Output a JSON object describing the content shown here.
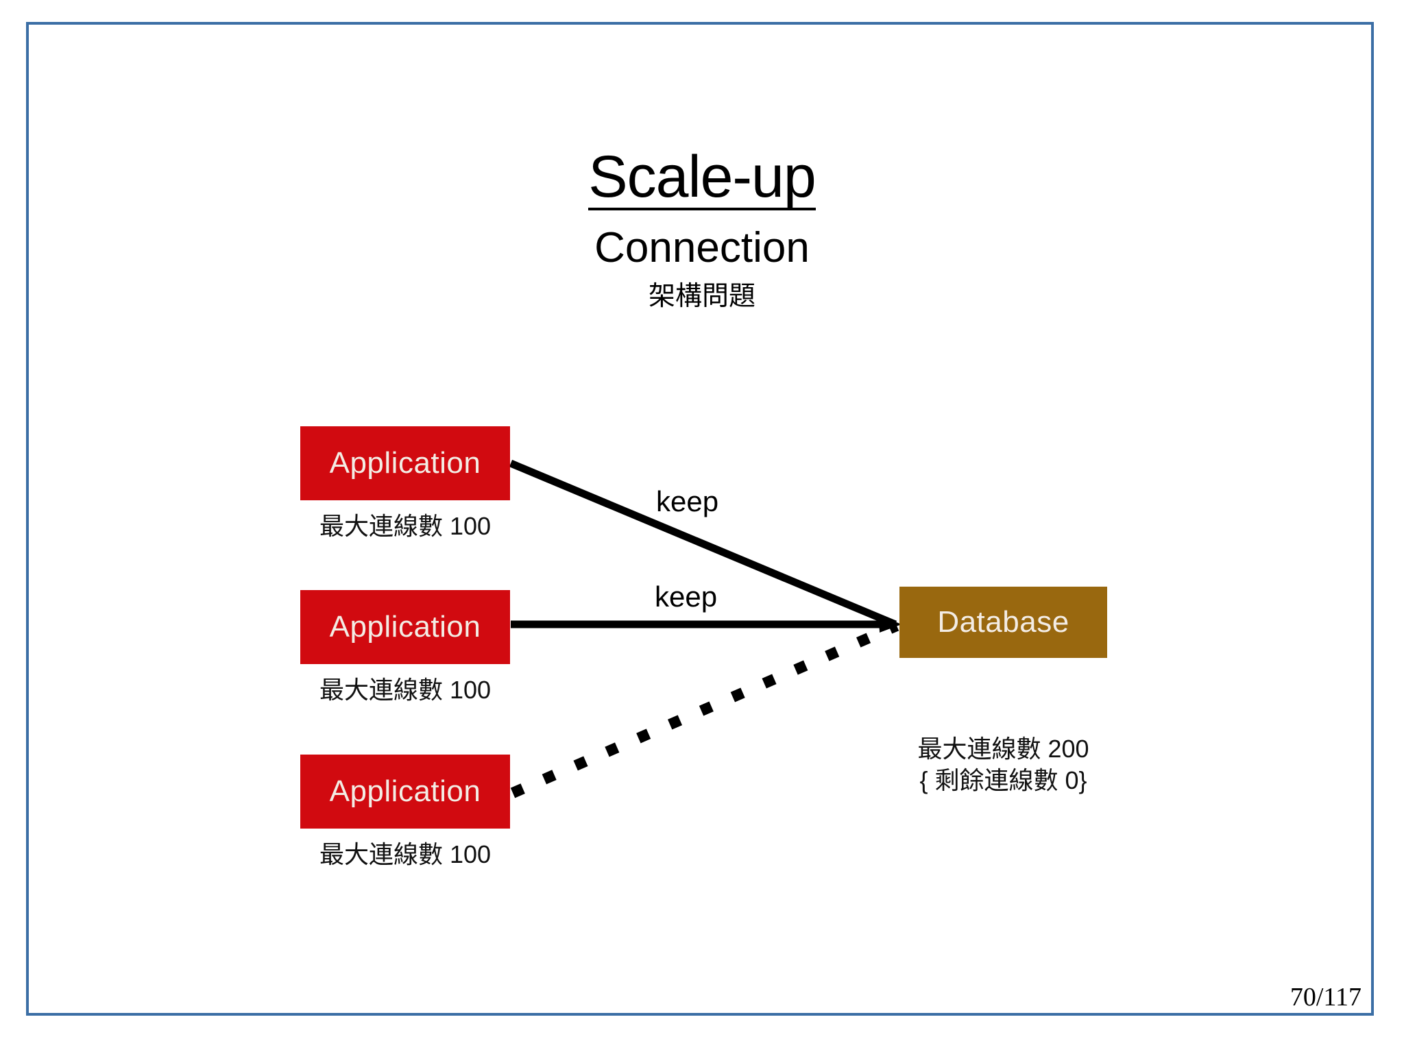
{
  "slide": {
    "title": "Scale-up",
    "subtitle_en": "Connection",
    "subtitle_zh": "架構問題",
    "page_number": "70/117",
    "frame_color": "#3B6EA5",
    "background": "#ffffff"
  },
  "diagram": {
    "type": "architecture",
    "app_color": "#D10A10",
    "db_color": "#99680F",
    "node_text_color": "#f3ece4",
    "connector_color": "#000000",
    "nodes": [
      {
        "id": "app-1",
        "label": "Application",
        "caption": "最大連線數 100",
        "kind": "application"
      },
      {
        "id": "app-2",
        "label": "Application",
        "caption": "最大連線數 100",
        "kind": "application"
      },
      {
        "id": "app-3",
        "label": "Application",
        "caption": "最大連線數 100",
        "kind": "application"
      },
      {
        "id": "db",
        "label": "Database",
        "caption": "最大連線數 200\n{ 剩餘連線數 0}",
        "kind": "database"
      }
    ],
    "edges": [
      {
        "id": "edge-1",
        "from": "app-1",
        "to": "db",
        "label": "keep",
        "style": "solid",
        "arrow": true
      },
      {
        "id": "edge-2",
        "from": "app-2",
        "to": "db",
        "label": "keep",
        "style": "solid",
        "arrow": true
      },
      {
        "id": "edge-3",
        "from": "app-3",
        "to": "db",
        "label": "",
        "style": "dotted",
        "arrow": false
      }
    ]
  }
}
